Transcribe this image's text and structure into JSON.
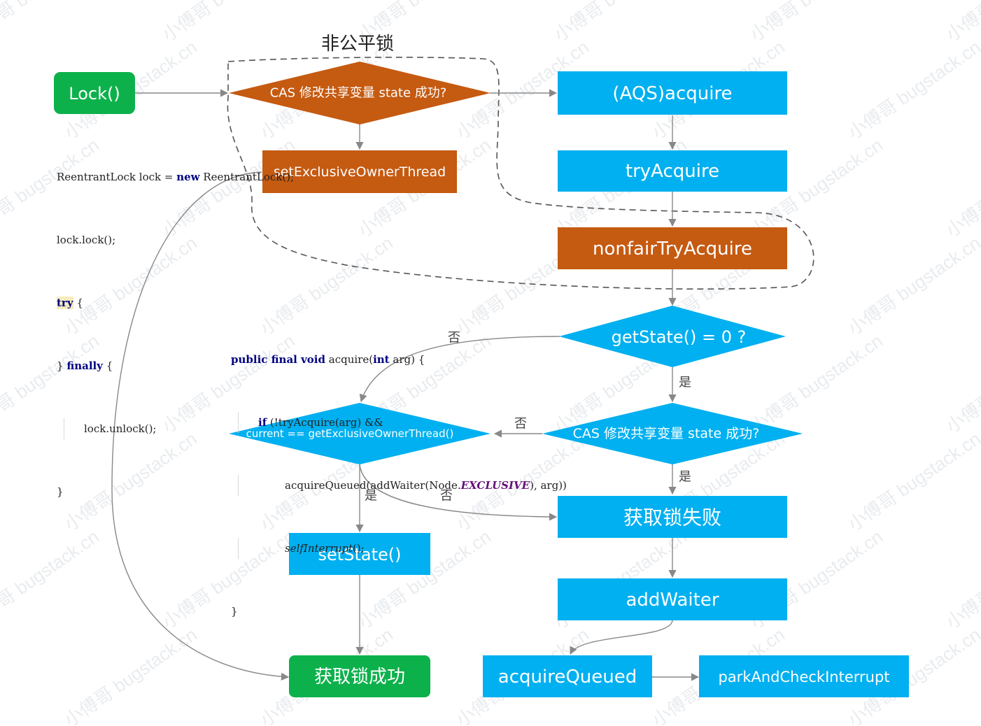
{
  "diagram": {
    "title": "非公平锁",
    "watermark": "小傅哥 bugstack.cn",
    "colors": {
      "green": "#0db14b",
      "orange": "#c55a11",
      "blue": "#00b0f0",
      "edge": "#888888",
      "dashed": "#555555"
    },
    "nodes": {
      "lock": "Lock()",
      "cas_top": "CAS 修改共享变量 state 成功?",
      "set_owner": "setExclusiveOwnerThread",
      "aqs_acquire": "(AQS)acquire",
      "try_acquire": "tryAcquire",
      "nonfair_try_acquire": "nonfairTryAcquire",
      "get_state": "getState() = 0 ?",
      "cas_mid": "CAS 修改共享变量 state 成功?",
      "current_owner": "current == getExclusiveOwnerThread()",
      "acquire_fail": "获取锁失败",
      "set_state": "setState()",
      "add_waiter": "addWaiter",
      "acquire_success": "获取锁成功",
      "acquire_queued": "acquireQueued",
      "park_check": "parkAndCheckInterrupt"
    },
    "edge_labels": {
      "get_state_no": "否",
      "get_state_yes": "是",
      "cas_mid_no": "否",
      "cas_mid_yes": "是",
      "current_yes": "是",
      "current_no": "否"
    }
  },
  "code_snippets": {
    "usage": {
      "line1_a": "ReentrantLock lock = ",
      "line1_kw": "new",
      "line1_b": " ReentrantLock();",
      "line2": "lock.lock();",
      "line3_kw": "try",
      "line3_b": " {",
      "line4_a": "} ",
      "line4_kw": "finally",
      "line4_b": " {",
      "line5": "lock.unlock();",
      "line6": "}"
    },
    "acquire": {
      "line1_kw": "public final void",
      "line1_b": " acquire(",
      "line1_kw2": "int",
      "line1_c": " arg) {",
      "line2_kw": "if",
      "line2_b": " (!tryAcquire(arg) &&",
      "line3_a": "acquireQueued(addWaiter(Node.",
      "line3_const": "EXCLUSIVE",
      "line3_b": "), arg))",
      "line4_it": "selfInterrupt",
      "line4_b": "();",
      "line5": "}"
    }
  }
}
